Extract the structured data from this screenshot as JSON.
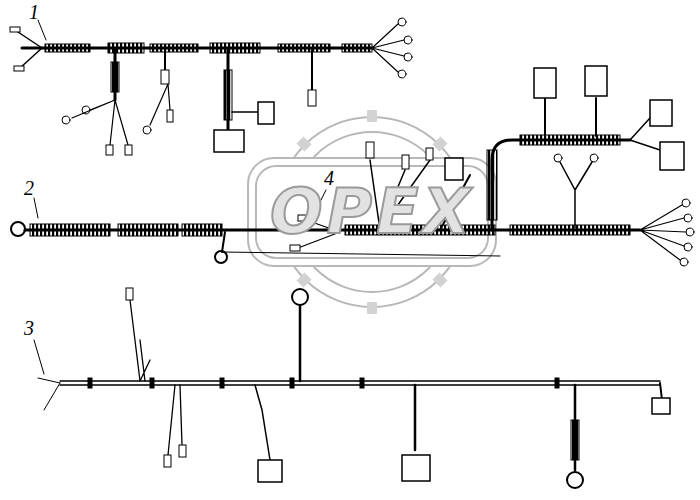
{
  "diagram": {
    "labels": [
      "1",
      "2",
      "3",
      "4",
      "OPEX"
    ]
  }
}
